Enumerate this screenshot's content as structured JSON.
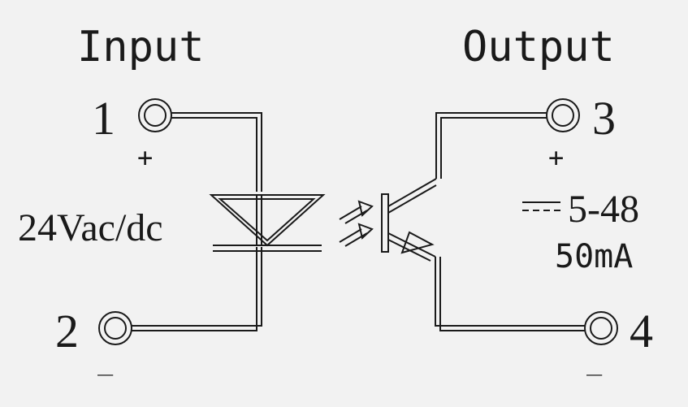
{
  "input": {
    "title": "Input",
    "voltage": "24Vac/dc"
  },
  "output": {
    "title": "Output",
    "voltage": "5-48",
    "current": "50mA",
    "dc_symbol": "=="
  },
  "terminals": [
    {
      "number": "1",
      "polarity": "+"
    },
    {
      "number": "2",
      "polarity": "_"
    },
    {
      "number": "3",
      "polarity": "+"
    },
    {
      "number": "4",
      "polarity": "_"
    }
  ],
  "colors": {
    "background": "#f2f2f2",
    "ink": "#1a1a1a"
  }
}
